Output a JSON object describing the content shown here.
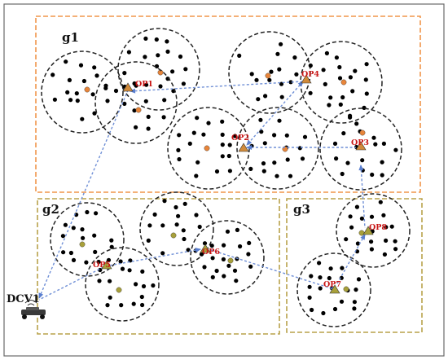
{
  "groups": [
    {
      "label": "g1",
      "color": "#f0954a"
    },
    {
      "label": "g2",
      "color": "#b8a24a"
    },
    {
      "label": "g3",
      "color": "#b8a24a"
    }
  ],
  "nodes": [
    {
      "label": "OP1"
    },
    {
      "label": "OP4"
    },
    {
      "label": "OP2"
    },
    {
      "label": "OP3"
    },
    {
      "label": "OP8"
    },
    {
      "label": "OP5"
    },
    {
      "label": "OP6"
    },
    {
      "label": "OP7"
    }
  ],
  "vehicle": {
    "label": "DCV1",
    "icon": "vehicle-icon"
  },
  "colors": {
    "route": "#6f8fd6",
    "cluster_outline": "#222222",
    "sensor": "#000000",
    "g1_highlight": "#e8853a",
    "g2_highlight": "#a8a03a",
    "op_triangle": "#d08a3a",
    "op_label": "#c81414",
    "frame": "#6a6a6a"
  }
}
